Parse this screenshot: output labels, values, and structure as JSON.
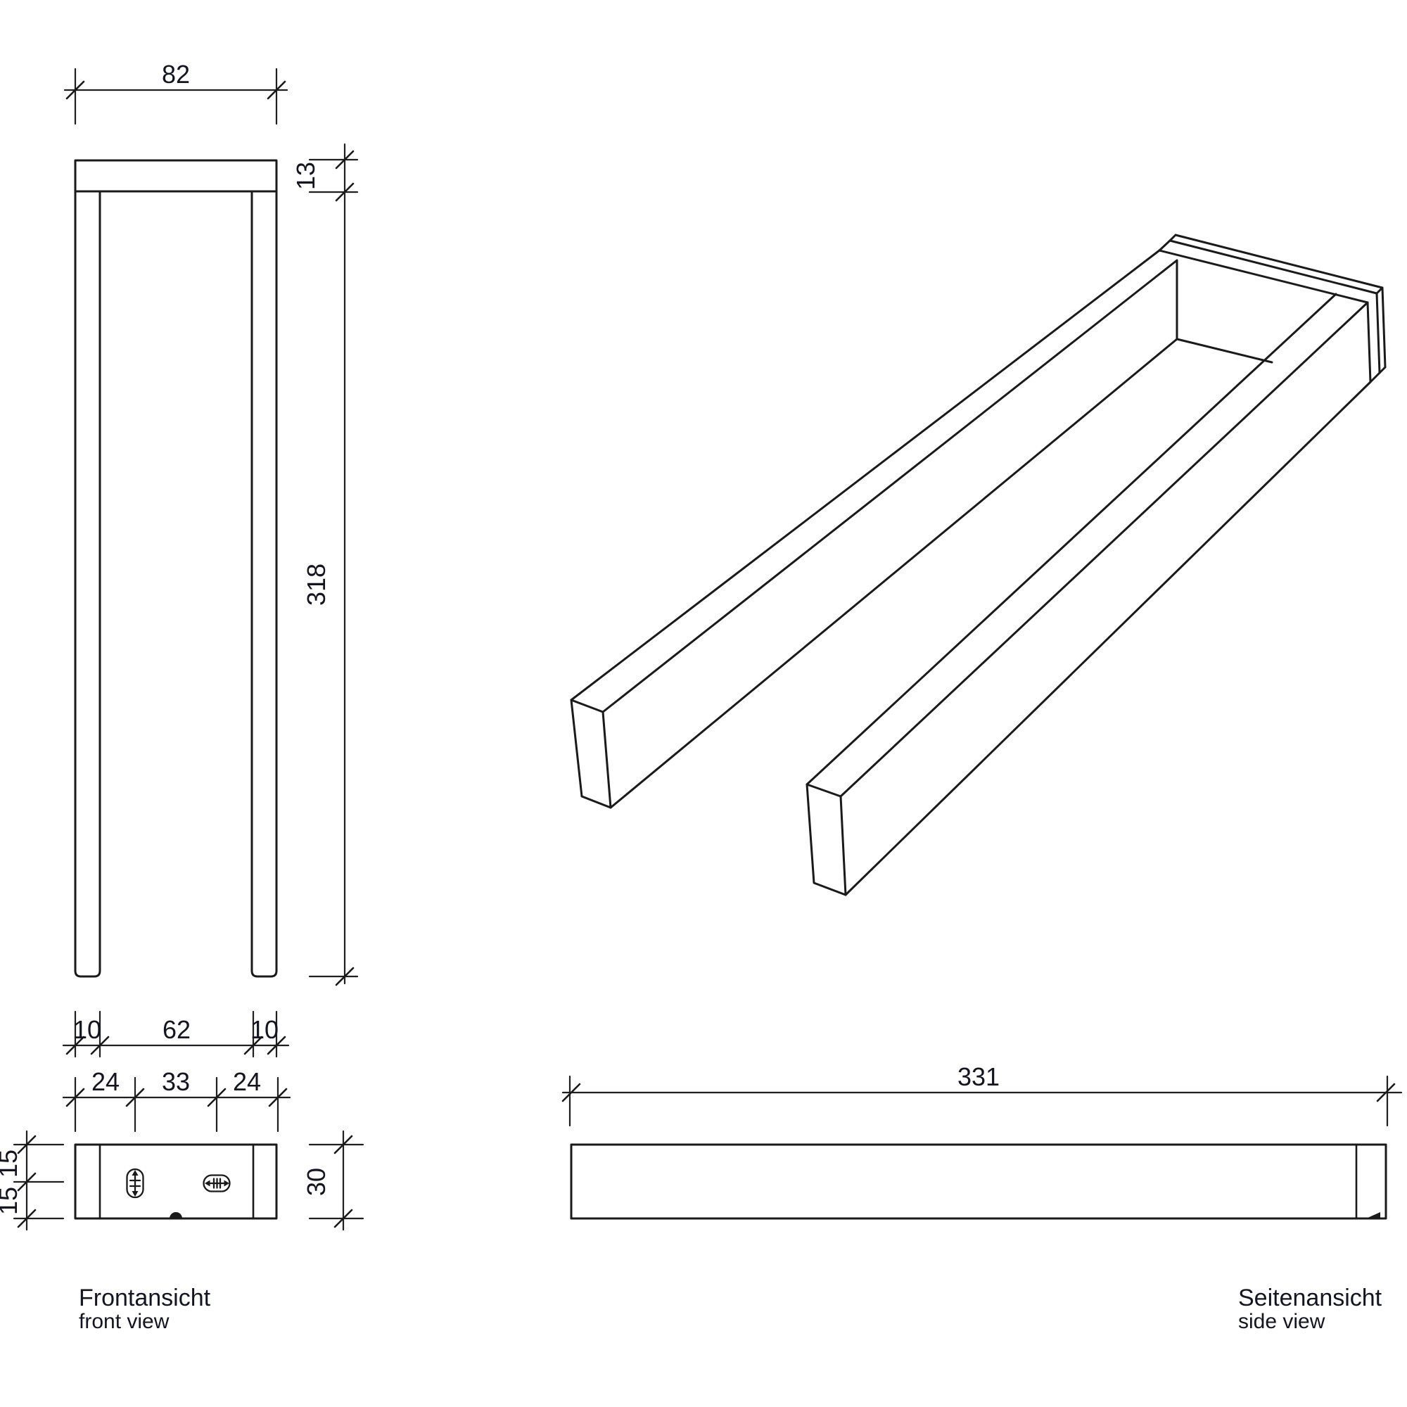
{
  "drawing_type": "technical-drawing",
  "product": "double towel rail (two-arm bath rack)",
  "colors": {
    "line": "#1a1a1a",
    "text": "#15151f",
    "background": "#ffffff"
  },
  "front_view": {
    "title": "Frontansicht",
    "subtitle": "front view",
    "dims": {
      "width": "82",
      "bar_thickness": "13",
      "height": "318",
      "left_leg": "10",
      "inner_gap": "62",
      "right_leg": "10",
      "slot_offset_left": "24",
      "slot_spacing": "33",
      "slot_offset_right": "24",
      "depth_upper": "15",
      "depth_lower": "15",
      "depth_total": "30"
    }
  },
  "side_view": {
    "title": "Seitenansicht",
    "subtitle": "side view",
    "dims": {
      "length": "331"
    }
  }
}
